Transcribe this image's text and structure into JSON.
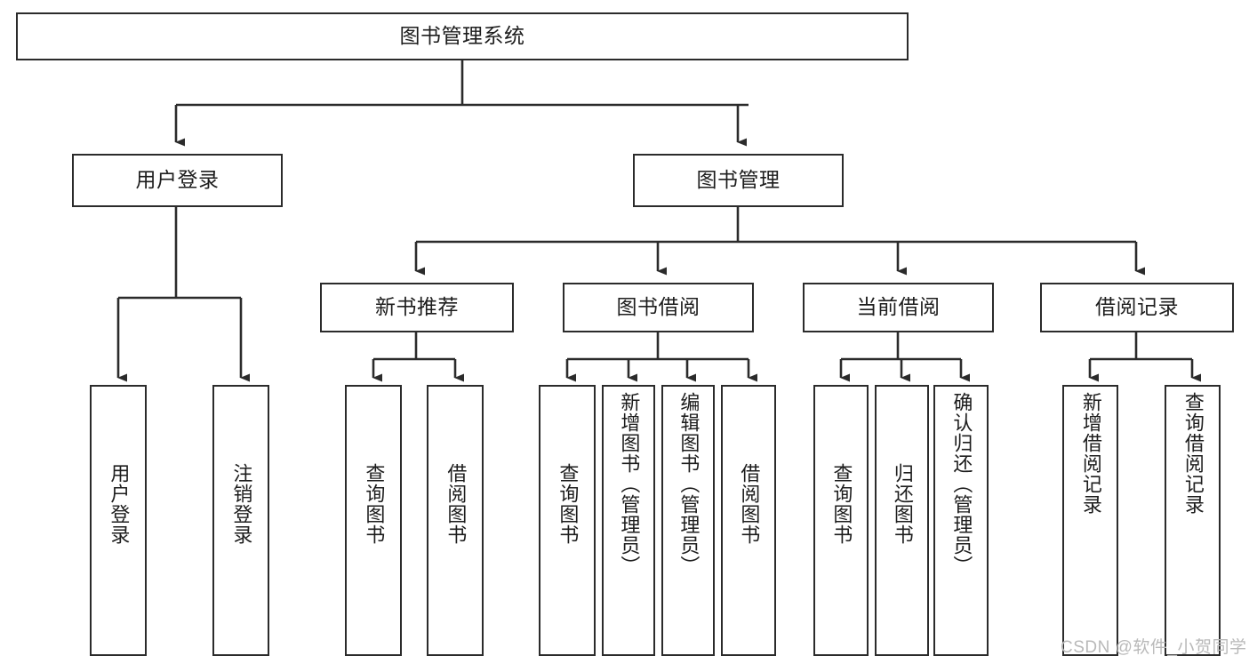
{
  "diagram": {
    "title": "图书管理系统",
    "type": "hierarchy-tree",
    "watermark": "CSDN @软件_小贺同学",
    "colors": {
      "stroke": "#2b2b2b",
      "fill": "#ffffff",
      "text": "#1d1d1d",
      "watermark": "#b9b9b9"
    },
    "nodes": {
      "root": {
        "label": "图书管理系统",
        "level": 1
      },
      "l2": [
        {
          "id": "user-login",
          "label": "用户登录",
          "level": 2
        },
        {
          "id": "book-manage",
          "label": "图书管理",
          "level": 2
        }
      ],
      "l3": [
        {
          "id": "new-book-recommend",
          "label": "新书推荐",
          "level": 3
        },
        {
          "id": "book-borrow",
          "label": "图书借阅",
          "level": 3
        },
        {
          "id": "current-borrow",
          "label": "当前借阅",
          "level": 3
        },
        {
          "id": "borrow-record",
          "label": "借阅记录",
          "level": 3
        }
      ],
      "leaves": [
        {
          "id": "leaf-user-login",
          "label": "用户登录",
          "parent": "user-login"
        },
        {
          "id": "leaf-logout-login",
          "label": "注销登录",
          "parent": "user-login"
        },
        {
          "id": "leaf-query-book-1",
          "label": "查询图书",
          "parent": "new-book-recommend"
        },
        {
          "id": "leaf-borrow-book-1",
          "label": "借阅图书",
          "parent": "new-book-recommend"
        },
        {
          "id": "leaf-query-book-2",
          "label": "查询图书",
          "parent": "book-borrow"
        },
        {
          "id": "leaf-add-book",
          "label": "新增图书（管理员）",
          "parent": "book-borrow"
        },
        {
          "id": "leaf-edit-book",
          "label": "编辑图书（管理员）",
          "parent": "book-borrow"
        },
        {
          "id": "leaf-borrow-book-2",
          "label": "借阅图书",
          "parent": "book-borrow"
        },
        {
          "id": "leaf-query-book-3",
          "label": "查询图书",
          "parent": "current-borrow"
        },
        {
          "id": "leaf-return-book",
          "label": "归还图书",
          "parent": "current-borrow"
        },
        {
          "id": "leaf-confirm-return",
          "label": "确认归还（管理员）",
          "parent": "current-borrow"
        },
        {
          "id": "leaf-add-record",
          "label": "新增借阅记录",
          "parent": "borrow-record"
        },
        {
          "id": "leaf-query-record",
          "label": "查询借阅记录",
          "parent": "borrow-record"
        }
      ]
    }
  }
}
